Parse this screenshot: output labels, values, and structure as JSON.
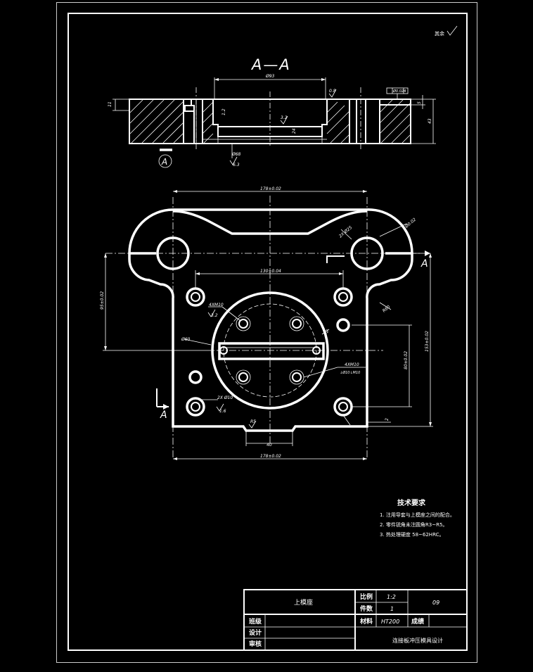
{
  "roughness_top_right": "其余",
  "section_title": "A—A",
  "section_marker": "A",
  "view_arrow_right": "A",
  "view_arrow_left": "A",
  "section_dims": {
    "d93": "Ø93",
    "r08": "0.8",
    "flat": "Ø0.02A",
    "d11": "11",
    "d5": "5",
    "d43": "43",
    "r12": "1.2",
    "r32": "3.2",
    "d24": "24",
    "d68": "Ø68",
    "r63": "6.3"
  },
  "plan_dims": {
    "w178_top": "178±0.02",
    "w178_bottom": "178±0.02",
    "w130": "130±0.04",
    "h95": "95±0.02",
    "h153": "153±0.02",
    "h80": "80±0.02",
    "d40": "40",
    "r2": "2",
    "r5": "R5",
    "r60": "R60",
    "pin_dia": "2X Ø25",
    "tol_top": "Ø0.02",
    "thread_1": "4XM10",
    "thread_1_r": "3.2",
    "thread_2": "4XM10",
    "thread_2_sub": "↓Ø10↓M10",
    "hole_2x": "2X Ø10",
    "hole_2x_r": "1.6",
    "d60": "Ø60",
    "r32_right": "R2"
  },
  "tech_req": {
    "title": "技术要求",
    "items": [
      "1. 注用导套与上模座之间的配合。",
      "2. 零件锐角未注圆角R3~R5。",
      "3. 热处理硬度  58~62HRC。"
    ]
  },
  "title_block": {
    "part_name": "上模座",
    "scale_label": "比例",
    "scale_value": "1:2",
    "qty_label": "件数",
    "qty_value": "1",
    "drawing_no": "09",
    "material_label": "材料",
    "material_value": "HT200",
    "grade_label": "成绩",
    "row_class": "班级",
    "row_design": "设计",
    "row_review": "审核",
    "project": "连接板冲压模具设计"
  }
}
